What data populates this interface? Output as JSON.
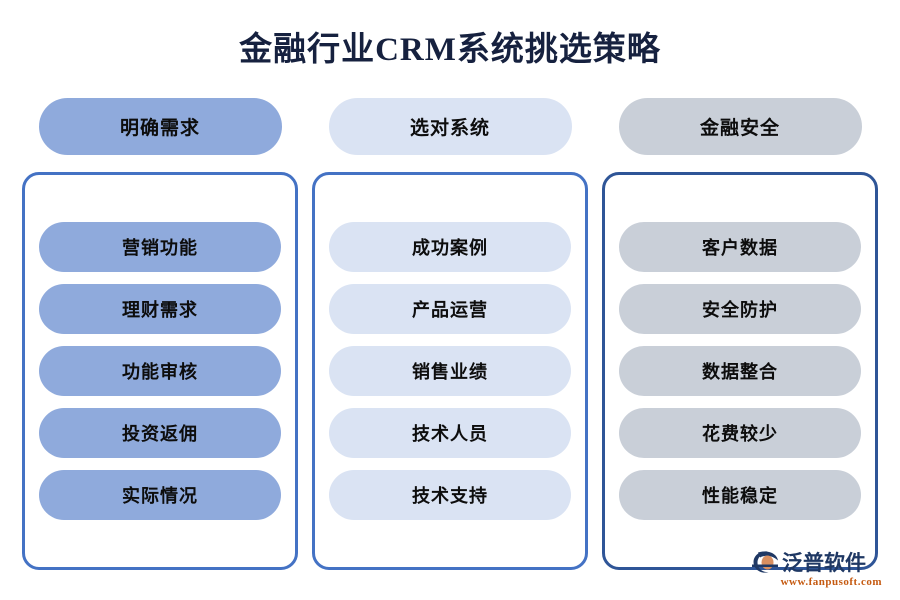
{
  "page": {
    "title": "金融行业CRM系统挑选策略",
    "background": "#ffffff",
    "title_color": "#16213f"
  },
  "columns": [
    {
      "key": "requirements",
      "header": "明确需求",
      "pill_color": "#8faadc",
      "border_color": "#4472c4",
      "items": [
        {
          "label": "营销功能"
        },
        {
          "label": "理财需求"
        },
        {
          "label": "功能审核"
        },
        {
          "label": "投资返佣"
        },
        {
          "label": "实际情况"
        }
      ]
    },
    {
      "key": "system-selection",
      "header": "选对系统",
      "pill_color": "#dae3f3",
      "border_color": "#4472c4",
      "items": [
        {
          "label": "成功案例"
        },
        {
          "label": "产品运营"
        },
        {
          "label": "销售业绩"
        },
        {
          "label": "技术人员"
        },
        {
          "label": "技术支持"
        }
      ]
    },
    {
      "key": "financial-security",
      "header": "金融安全",
      "pill_color": "#c9cfd8",
      "border_color": "#2f5597",
      "items": [
        {
          "label": "客户数据"
        },
        {
          "label": "安全防护"
        },
        {
          "label": "数据整合"
        },
        {
          "label": "花费较少"
        },
        {
          "label": "性能稳定"
        }
      ]
    }
  ],
  "logo": {
    "name": "泛普软件",
    "url": "www.fanpusoft.com",
    "mark_icon": "fanpu-swoosh-icon",
    "text_color": "#1f3864",
    "url_color": "#c55a11",
    "mark_color": "#1f3864",
    "mark_accent": "#d98f60"
  },
  "watermark": {
    "name": "泛普软件",
    "url": "www.fanpusoft.com"
  }
}
